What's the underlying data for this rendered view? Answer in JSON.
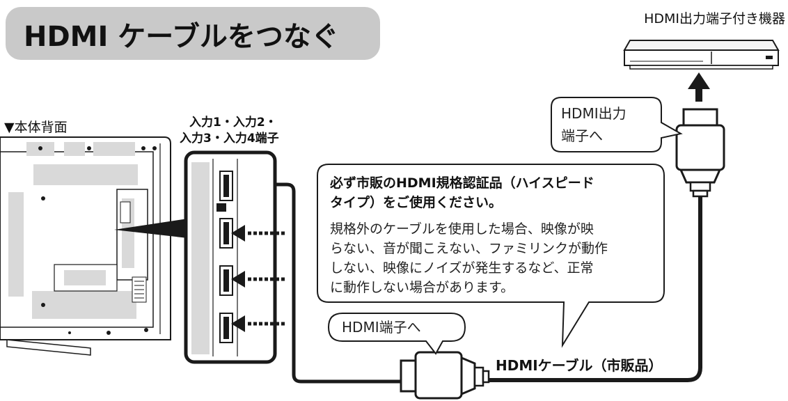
{
  "header": {
    "title": "HDMI ケーブルをつなぐ"
  },
  "device": {
    "label": "HDMI出力端子付き機器"
  },
  "tv": {
    "back_label": "▼本体背面",
    "input_label_line1": "入力1・入力2・",
    "input_label_line2": "入力3・入力4端子"
  },
  "bubbles": {
    "output_line1": "HDMI出力",
    "output_line2": "端子へ",
    "input": "HDMI端子へ"
  },
  "notice": {
    "bold_line1": "必ず市販のHDMI規格認証品（ハイスピード",
    "bold_line2": "タイプ）をご使用ください。",
    "body_line1": "規格外のケーブルを使用した場合、映像が映",
    "body_line2": "らない、音が聞こえない、ファミリンクが動作",
    "body_line3": "しない、映像にノイズが発生するなど、正常",
    "body_line4": "に動作しない場合があります。"
  },
  "cable": {
    "label": "HDMIケーブル（市販品）"
  },
  "colors": {
    "title_bg": "#c9c9c9",
    "panel_gray": "#d9d9d9",
    "line": "#1a1a1a"
  }
}
